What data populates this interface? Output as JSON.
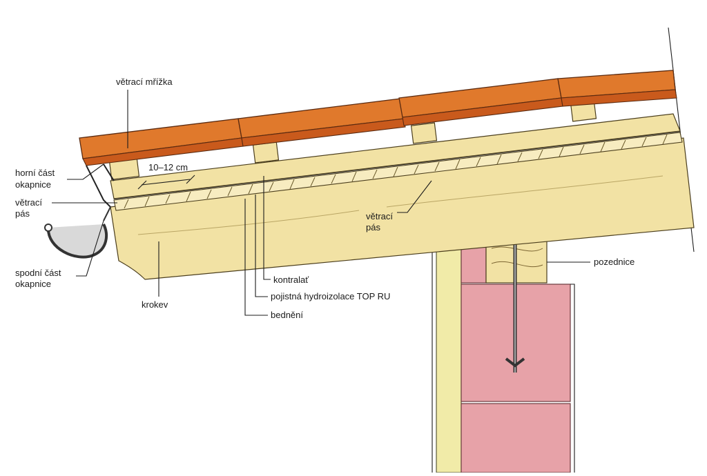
{
  "labels": {
    "vetraci_mrizka": "větrací mřížka",
    "horni_cast_1": "horní část",
    "horni_cast_2": "okapnice",
    "vetraci_pas_left_1": "větrací",
    "vetraci_pas_left_2": "pás",
    "spodni_cast_1": "spodní část",
    "spodni_cast_2": "okapnice",
    "dimension": "10–12 cm",
    "vetraci_pas_right_1": "větrací",
    "vetraci_pas_right_2": "pás",
    "pozednice": "pozednice",
    "krokev": "krokev",
    "kontralat": "kontralať",
    "pojistna": "pojistná hydroizolace TOP RU",
    "bedneni": "bednění"
  },
  "colors": {
    "tile": "#e0792c",
    "wood": "#f2e2a4",
    "brick": "#e7a2a8",
    "insulation": "#f1eba8",
    "metal": "#d9d9d9"
  }
}
